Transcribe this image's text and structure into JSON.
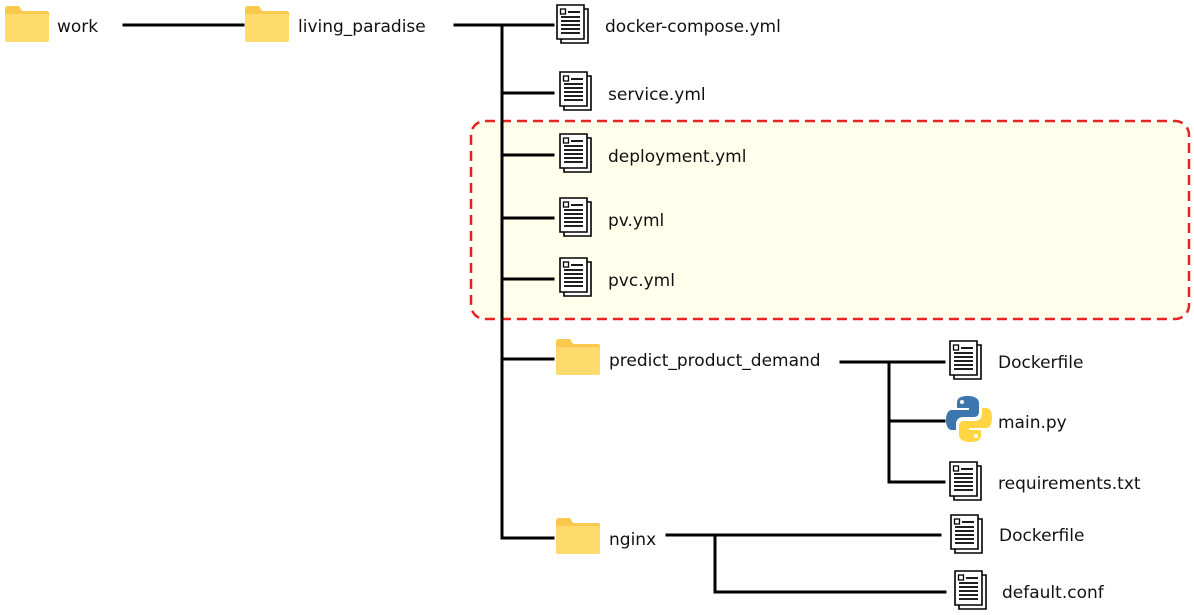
{
  "colors": {
    "folder_front": "#FFDB6E",
    "folder_back": "#F8C94C",
    "highlight_fill": "#FFFFEB",
    "highlight_border": "#E52222",
    "python_blue": "#3B76AE",
    "python_yellow": "#FFD543"
  },
  "tree": {
    "work": "work",
    "living_paradise": "living_paradise",
    "docker_compose": "docker-compose.yml",
    "service": "service.yml",
    "deployment": "deployment.yml",
    "pv": "pv.yml",
    "pvc": "pvc.yml",
    "predict_product_demand": "predict_product_demand",
    "ppd_dockerfile": "Dockerfile",
    "ppd_main": "main.py",
    "ppd_requirements": "requirements.txt",
    "nginx": "nginx",
    "nginx_dockerfile": "Dockerfile",
    "nginx_default_conf": "default.conf"
  },
  "icons": {
    "folder": "folder-icon",
    "file": "document-icon",
    "python": "python-icon"
  }
}
